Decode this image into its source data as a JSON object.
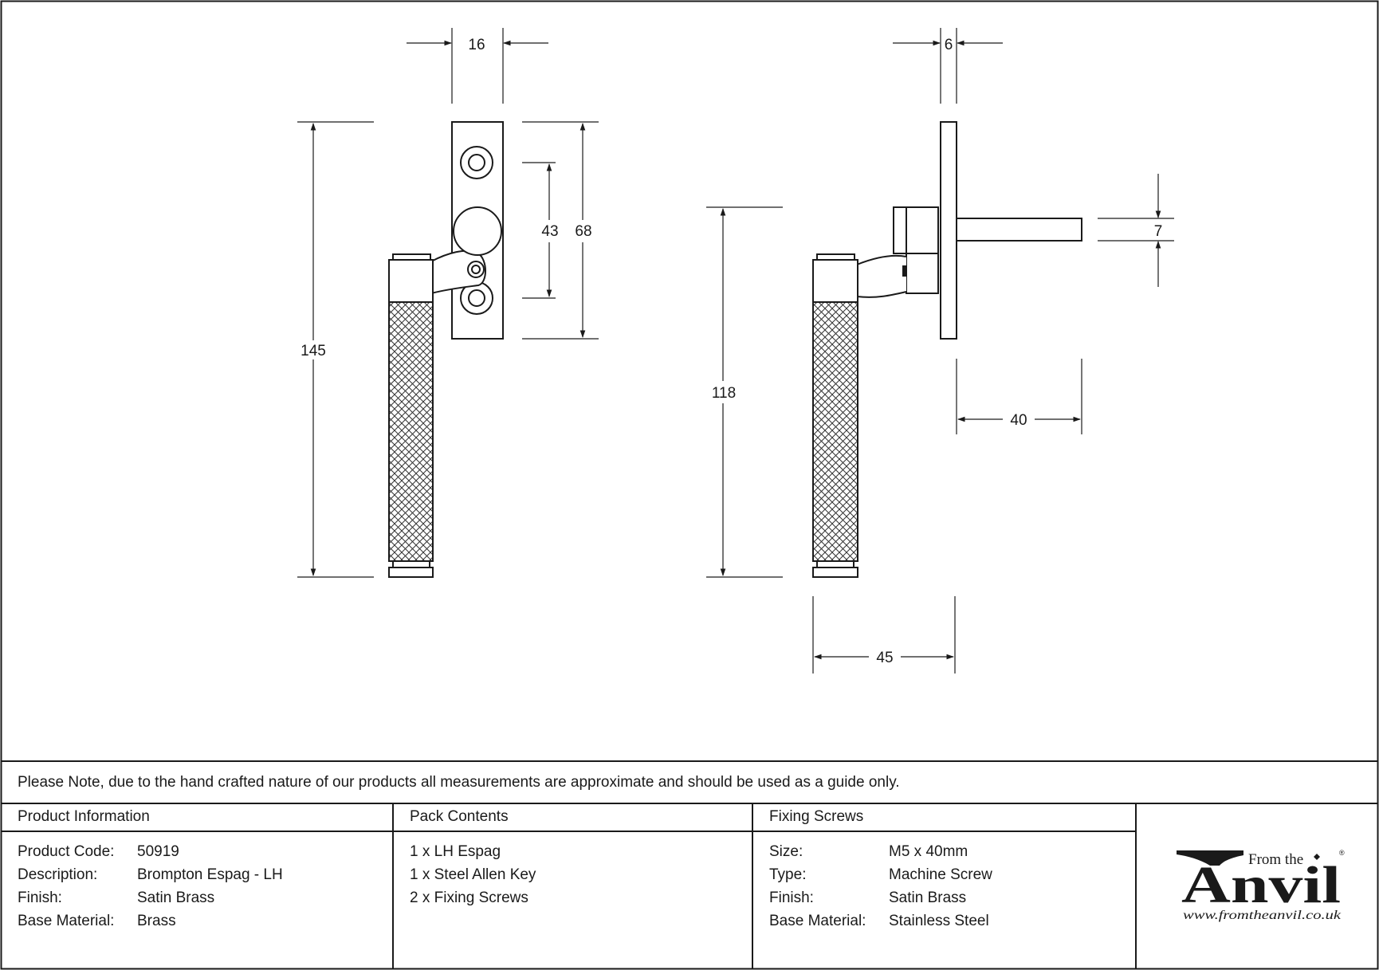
{
  "dimensions": {
    "front": {
      "width": "16",
      "height": "145",
      "screw_spacing": "43",
      "backplate_height": "68"
    },
    "side": {
      "depth": "6",
      "spindle": "7",
      "lever_height": "118",
      "spindle_length": "40",
      "projection": "45"
    }
  },
  "note": "Please Note, due to the hand crafted nature of our products all measurements are approximate and should be used as a guide only.",
  "product_info": {
    "heading": "Product Information",
    "rows": [
      {
        "label": "Product Code:",
        "value": "50919"
      },
      {
        "label": "Description:",
        "value": "Brompton Espag - LH"
      },
      {
        "label": "Finish:",
        "value": "Satin Brass"
      },
      {
        "label": "Base Material:",
        "value": "Brass"
      }
    ]
  },
  "pack_contents": {
    "heading": "Pack Contents",
    "items": [
      "1 x LH Espag",
      "1 x Steel Allen Key",
      "2 x Fixing Screws"
    ]
  },
  "fixing_screws": {
    "heading": "Fixing Screws",
    "rows": [
      {
        "label": "Size:",
        "value": "M5 x 40mm"
      },
      {
        "label": "Type:",
        "value": "Machine Screw"
      },
      {
        "label": "Finish:",
        "value": "Satin Brass"
      },
      {
        "label": "Base Material:",
        "value": "Stainless Steel"
      }
    ]
  },
  "logo": {
    "from": "From the",
    "word": "Anvil",
    "url": "www.fromtheanvil.co.uk",
    "reg": "®"
  }
}
